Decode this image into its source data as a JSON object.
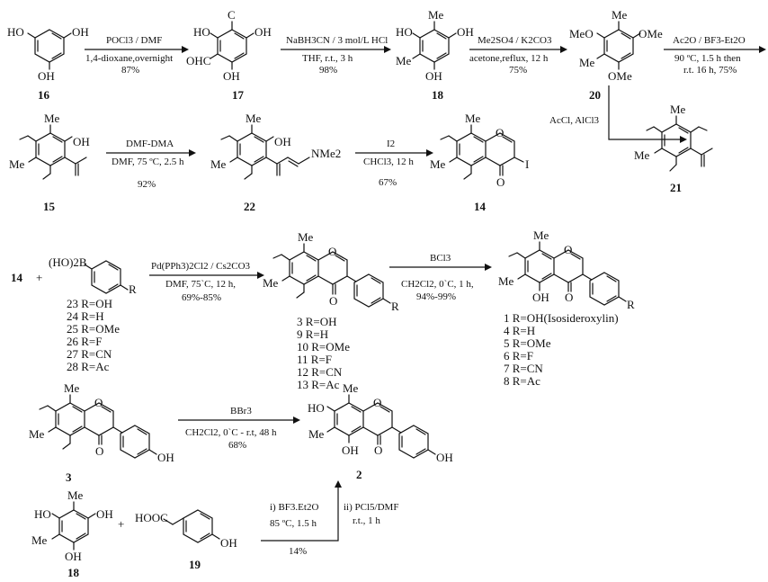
{
  "compounds": {
    "c16": {
      "id": "16",
      "labels": [
        "HO",
        "OH",
        "OH"
      ]
    },
    "c17": {
      "id": "17",
      "labels": [
        "HO",
        "OH",
        "OHC",
        "OH",
        "C"
      ]
    },
    "c18": {
      "id": "18",
      "labels": [
        "HO",
        "OH",
        "Me",
        "Me",
        "OH"
      ]
    },
    "c20": {
      "id": "20",
      "labels": [
        "MeO",
        "OMe",
        "Me",
        "Me",
        "OMe"
      ]
    },
    "c21": {
      "id": "21",
      "labels": [
        "Me",
        "Me"
      ]
    },
    "c15": {
      "id": "15",
      "labels": [
        "Me",
        "OH",
        "Me"
      ]
    },
    "c22": {
      "id": "22",
      "labels": [
        "Me",
        "OH",
        "Me",
        "NMe2"
      ]
    },
    "c14": {
      "id": "14",
      "labels": [
        "Me",
        "O",
        "I",
        "Me",
        "O"
      ]
    },
    "boronic": {
      "labels": [
        "(HO)2B",
        "R"
      ],
      "list": [
        "23  R=OH",
        "24  R=H",
        "25  R=OMe",
        "26  R=F",
        "27  R=CN",
        "28  R=Ac"
      ]
    },
    "c3_13": {
      "labels": [
        "Me",
        "O",
        "Me",
        "O",
        "R"
      ],
      "list": [
        "3    R=OH",
        "9    R=H",
        "10  R=OMe",
        "11  R=F",
        "12  R=CN",
        "13  R=Ac"
      ]
    },
    "c1_8": {
      "labels": [
        "Me",
        "O",
        "Me",
        "OH",
        "O",
        "R"
      ],
      "list": [
        "1  R=OH(Isosideroxylin)",
        "4  R=H",
        "5  R=OMe",
        "6  R=F",
        "7  R=CN",
        "8  R=Ac"
      ]
    },
    "c3": {
      "id": "3",
      "labels": [
        "Me",
        "O",
        "Me",
        "O",
        "OH"
      ]
    },
    "c2": {
      "id": "2",
      "labels": [
        "Me",
        "HO",
        "O",
        "Me",
        "OH",
        "O",
        "OH"
      ]
    },
    "c18b": {
      "id": "18",
      "labels": [
        "Me",
        "HO",
        "OH",
        "Me",
        "OH"
      ]
    },
    "c19": {
      "id": "19",
      "labels": [
        "HOOC",
        "OH"
      ]
    },
    "c14ref": "14"
  },
  "operators": {
    "plus1": "+",
    "plus2": "+"
  },
  "steps": {
    "s1": {
      "above": "POCl3 / DMF",
      "below": [
        "1,4-dioxane,overnight",
        "87%"
      ]
    },
    "s2": {
      "above": "NaBH3CN / 3 mol/L HCl",
      "below": [
        "THF, r.t., 3 h",
        "98%"
      ]
    },
    "s3": {
      "above": "Me2SO4 / K2CO3",
      "below": [
        "acetone,reflux,  12 h",
        "75%"
      ]
    },
    "s4": {
      "above": "Ac2O / BF3-Et2O",
      "below": [
        "90 ºC, 1.5 h then",
        "r.t.  16 h, 75%"
      ]
    },
    "s5": {
      "label": "AcCl, AlCl3"
    },
    "s6": {
      "above": "DMF-DMA",
      "below": [
        "DMF, 75 ºC, 2.5 h",
        "92%"
      ]
    },
    "s7": {
      "above": "I2",
      "below": [
        "CHCl3, 12 h",
        "67%"
      ]
    },
    "s8": {
      "above": "Pd(PPh3)2Cl2 / Cs2CO3",
      "below": [
        "DMF, 75`C, 12 h,",
        "69%-85%"
      ]
    },
    "s9": {
      "above": "BCl3",
      "below": [
        "CH2Cl2, 0`C, 1 h,",
        "94%-99%"
      ]
    },
    "s10": {
      "above": "BBr3",
      "below": [
        "CH2Cl2, 0`C - r.t, 48 h",
        "68%"
      ]
    },
    "s11": {
      "label1": "i) BF3.Et2O",
      "label1b": [
        "85 ºC, 1.5 h"
      ],
      "below": "14%",
      "label2": "ii) PCl5/DMF",
      "label2b": "r.t., 1 h"
    }
  }
}
